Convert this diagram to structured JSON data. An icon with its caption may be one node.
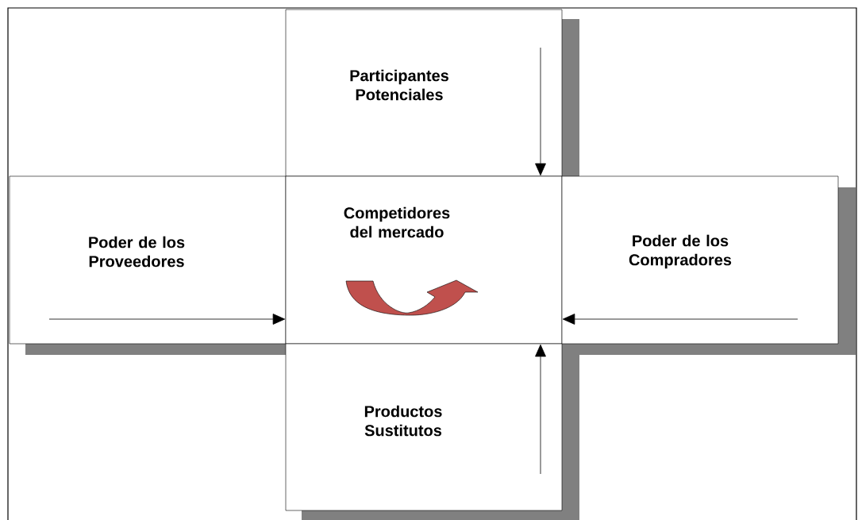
{
  "diagram": {
    "nodes": [
      {
        "text": [
          "Participantes Potenciales"
        ]
      },
      {
        "text": [
          "Poder de los Proveedores"
        ]
      },
      {
        "text": [
          "Competidores del mercado"
        ]
      },
      {
        "text": [
          "Poder de los Compradores"
        ]
      },
      {
        "text": [
          "Productos Sustitutos"
        ]
      }
    ],
    "edges": [
      {
        "from": 0,
        "to": 2,
        "arrow": "to"
      },
      {
        "from": 1,
        "to": 2,
        "arrow": "to"
      },
      {
        "from": 3,
        "to": 2,
        "arrow": "to"
      },
      {
        "from": 4,
        "to": 2,
        "arrow": "to"
      }
    ]
  }
}
